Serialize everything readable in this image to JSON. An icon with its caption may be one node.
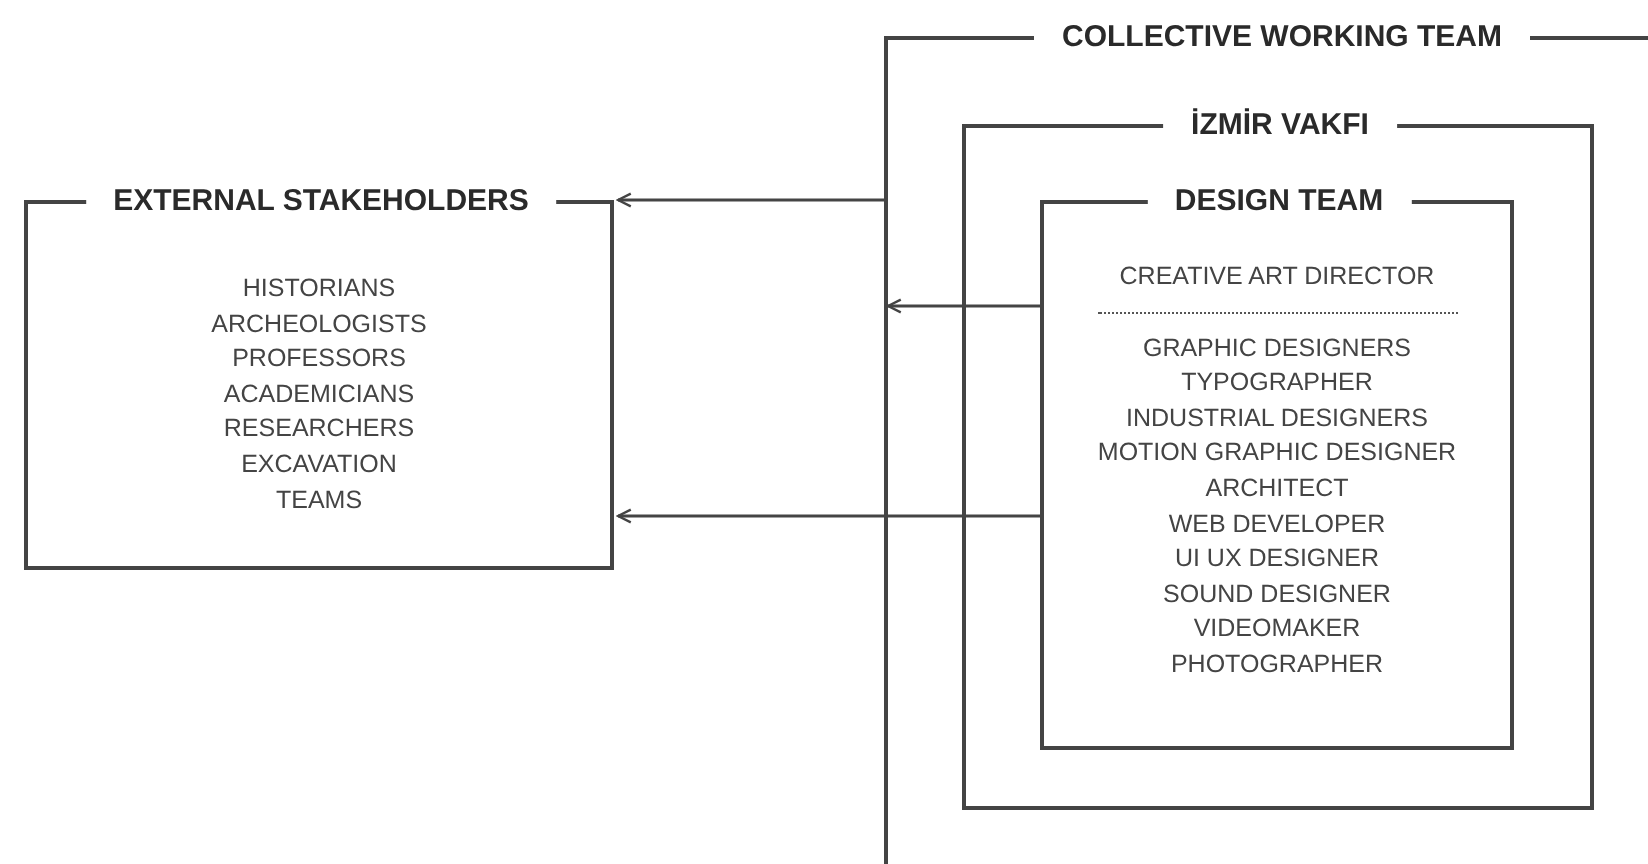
{
  "diagram": {
    "nodes": [
      {
        "text": [
          "COLLECTIVE WORKING TEAM"
        ]
      },
      {
        "text": [
          "İZMİR VAKFI"
        ],
        "in": 0
      },
      {
        "text": [
          "DESIGN TEAM",
          "CREATIVE ART DIRECTOR",
          "GRAPHIC DESIGNERS",
          "TYPOGRAPHER",
          "INDUSTRIAL DESIGNERS",
          "MOTION GRAPHIC DESIGNER",
          "ARCHITECT",
          "WEB DEVELOPER",
          "UI UX DESIGNER",
          "SOUND DESIGNER",
          "VIDEOMAKER",
          "PHOTOGRAPHER"
        ],
        "in": 1
      },
      {
        "text": [
          "EXTERNAL STAKEHOLDERS",
          "HISTORIANS",
          "ARCHEOLOGISTS",
          "PROFESSORS",
          "ACADEMICIANS",
          "RESEARCHERS",
          "EXCAVATION TEAMS"
        ]
      }
    ],
    "edges": [
      {
        "from": 0,
        "to": 3,
        "arrow": "to"
      },
      {
        "from": 2,
        "to": 0,
        "arrow": "to"
      },
      {
        "from": 2,
        "to": 3,
        "arrow": "to"
      }
    ]
  }
}
